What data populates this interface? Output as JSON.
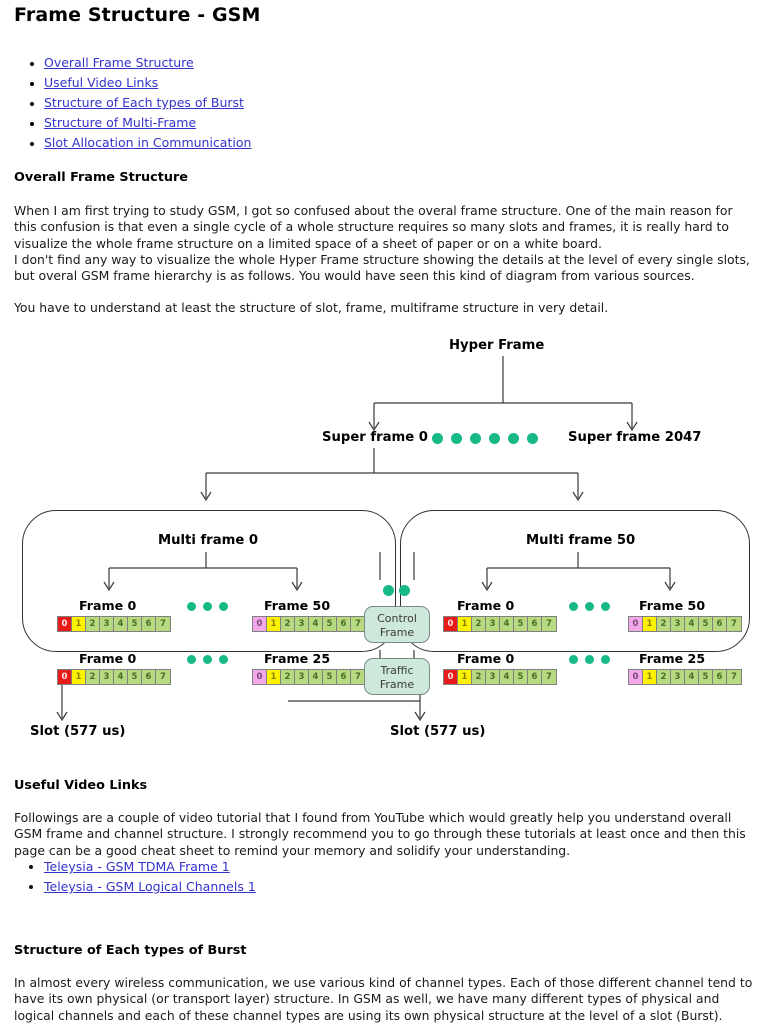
{
  "page": {
    "title": "Frame Structure - GSM"
  },
  "toc": {
    "items": [
      {
        "label": "Overall Frame Structure"
      },
      {
        "label": "Useful Video Links"
      },
      {
        "label": "Structure of Each types of Burst"
      },
      {
        "label": "Structure of Multi-Frame"
      },
      {
        "label": "Slot Allocation in Communication"
      }
    ]
  },
  "sections": {
    "overall": {
      "heading": "Overall Frame Structure",
      "p1": "When I am first trying to study GSM, I got so confused about the overal frame structure. One of the main reason for this confusion is that even a single cycle of a whole structure requires so many slots and frames, it is really hard to visualize the whole frame structure on a limited space of a sheet of paper or on a white board.",
      "p2": "I don't find any way to visualize the whole Hyper Frame structure showing the details at the level of every single slots, but overal GSM frame hierarchy is as follows. You would have seen this kind of diagram from various sources.",
      "p3": "You have to understand at least the structure of slot, frame, multiframe structure in very detail."
    },
    "video": {
      "heading": "Useful Video Links",
      "p1": "Followings are a couple of video tutorial that I found from YouTube which would greatly help you understand overall GSM frame and channel structure. I strongly recommend you to go through these tutorials at least once and then this page can be a good cheat sheet to remind your memory and solidify your understanding.",
      "links": [
        {
          "label": "Teleysia - GSM TDMA Frame 1"
        },
        {
          "label": "Teleysia - GSM Logical Channels 1"
        }
      ]
    },
    "burst": {
      "heading": "Structure of Each types of Burst",
      "p1": "In almost every wireless communication, we use various kind of channel types. Each of those different channel tend to have its own physical (or transport layer) structure. In GSM as well, we have many different types of physical and logical channels and each of these channel types are using its own physical structure at the level of a slot (Burst)."
    }
  },
  "diagram": {
    "hyper_frame": "Hyper Frame",
    "super_frame_first": "Super frame 0",
    "super_frame_last": "Super frame 2047",
    "super_dot_count": 6,
    "multiframes": [
      {
        "title": "Multi frame 0",
        "rows": [
          {
            "left_frame": "Frame 0",
            "right_frame": "Frame 50",
            "left_slot0_color": "red",
            "right_slot0_color": "pink",
            "dot_count": 3
          },
          {
            "left_frame": "Frame 0",
            "right_frame": "Frame 25",
            "left_slot0_color": "red",
            "right_slot0_color": "pink",
            "dot_count": 3
          }
        ]
      },
      {
        "title": "Multi frame 50",
        "rows": [
          {
            "left_frame": "Frame 0",
            "right_frame": "Frame 50",
            "left_slot0_color": "red",
            "right_slot0_color": "pink",
            "dot_count": 3
          },
          {
            "left_frame": "Frame 0",
            "right_frame": "Frame 25",
            "left_slot0_color": "red",
            "right_slot0_color": "pink",
            "dot_count": 3
          }
        ]
      }
    ],
    "slot_numbers": [
      "0",
      "1",
      "2",
      "3",
      "4",
      "5",
      "6",
      "7"
    ],
    "center": {
      "control_frame": "Control Frame",
      "control_frame_line1": "Control",
      "control_frame_line2": "Frame",
      "traffic_frame_line1": "Traffic",
      "traffic_frame_line2": "Frame",
      "dot_count": 2
    },
    "slot_label_left": "Slot (577 us)",
    "slot_label_right": "Slot (577 us)",
    "colors": {
      "dot": "#16b987",
      "slot_red": "#e81b1b",
      "slot_pink": "#f1a7e8",
      "slot_yellow": "#fdf200",
      "slot_green": "#b7d97f",
      "frame_box": "#cfe8dc",
      "link": "#3333cc"
    }
  }
}
